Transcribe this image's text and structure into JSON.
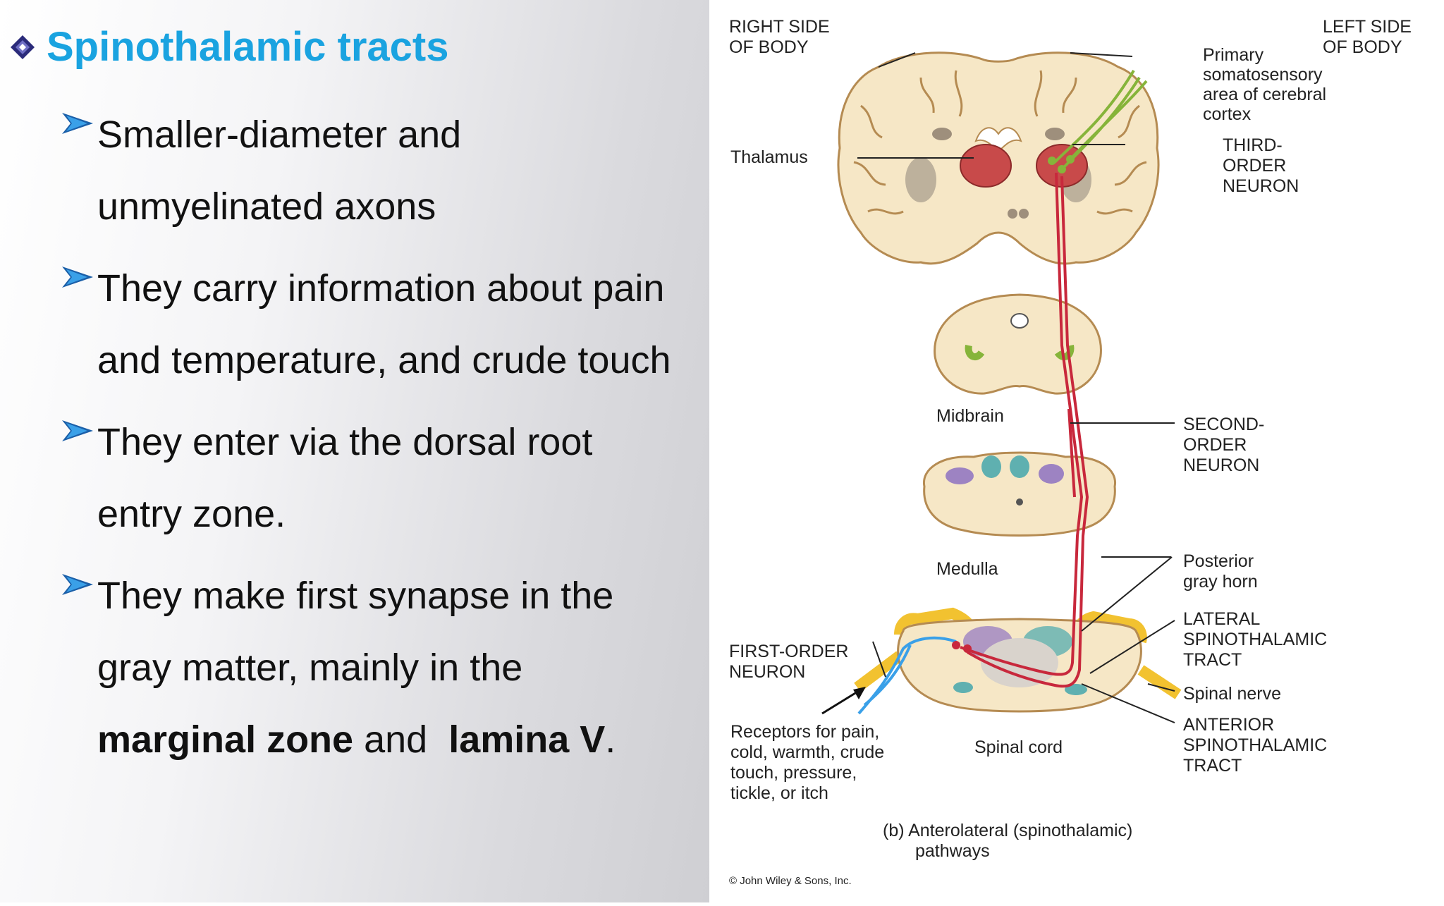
{
  "slide": {
    "title": "Spinothalamic tracts",
    "bullets": [
      {
        "lines": [
          "Smaller-diameter and",
          "unmyelinated axons"
        ]
      },
      {
        "lines": [
          "They carry information about pain",
          "and temperature, and crude touch"
        ]
      },
      {
        "lines": [
          "They enter via the dorsal root",
          "entry zone."
        ]
      },
      {
        "line1": "They make first synapse in the",
        "line2": "gray matter, mainly in the",
        "line3_b1": "marginal zone",
        "line3_mid": " and  ",
        "line3_b2": "lamina V",
        "line3_end": "."
      }
    ]
  },
  "diagram": {
    "right_side_1": "RIGHT SIDE",
    "right_side_2": "OF BODY",
    "left_side_1": "LEFT SIDE",
    "left_side_2": "OF BODY",
    "primary_1": "Primary",
    "primary_2": "somatosensory",
    "primary_3": "area of cerebral",
    "primary_4": "cortex",
    "thalamus": "Thalamus",
    "third_1": "THIRD-",
    "third_2": "ORDER",
    "third_3": "NEURON",
    "midbrain": "Midbrain",
    "second_1": "SECOND-",
    "second_2": "ORDER",
    "second_3": "NEURON",
    "medulla": "Medulla",
    "posterior_1": "Posterior",
    "posterior_2": "gray horn",
    "lateral_1": "LATERAL",
    "lateral_2": "SPINOTHALAMIC",
    "lateral_3": "TRACT",
    "first_1": "FIRST-ORDER",
    "first_2": "NEURON",
    "spinal_nerve": "Spinal nerve",
    "anterior_1": "ANTERIOR",
    "anterior_2": "SPINOTHALAMIC",
    "anterior_3": "TRACT",
    "receptors_1": "Receptors for pain,",
    "receptors_2": "cold, warmth, crude",
    "receptors_3": "touch, pressure,",
    "receptors_4": "tickle, or itch",
    "spinal_cord": "Spinal cord",
    "caption_1": "(b)  Anterolateral (spinothalamic)",
    "caption_2": "pathways",
    "copyright": "© John Wiley & Sons, Inc.",
    "colors": {
      "tract_red": "#c8283c",
      "neuron_green": "#86b43a",
      "nerve_yellow": "#f2c230",
      "tissue": "#f6e7c6"
    }
  }
}
